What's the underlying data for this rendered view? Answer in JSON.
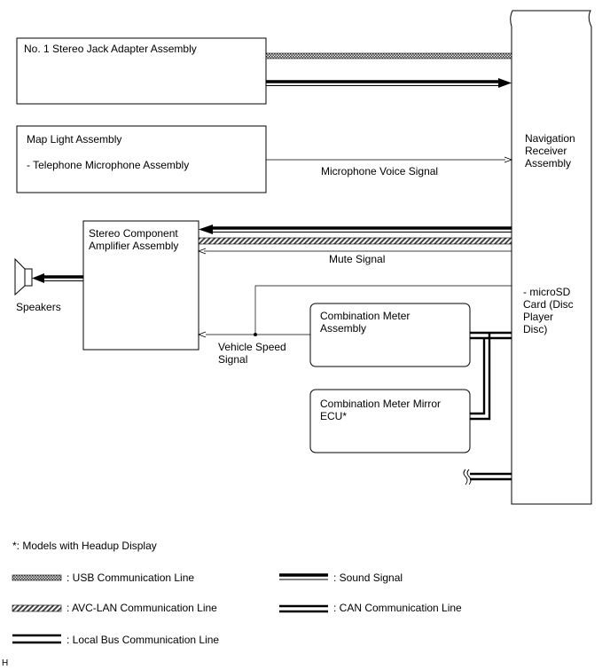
{
  "boxes": {
    "jack_adapter": "No. 1 Stereo Jack Adapter Assembly",
    "map_light": "Map Light Assembly",
    "telephone_mic": "- Telephone Microphone Assembly",
    "amp_line1": "Stereo Component",
    "amp_line2": "Amplifier Assembly",
    "meter_line1": "Combination Meter",
    "meter_line2": "Assembly",
    "mirror_line1": "Combination Meter Mirror",
    "mirror_line2": "ECU*",
    "nav_line1": "Navigation",
    "nav_line2": "Receiver",
    "nav_line3": "Assembly",
    "microsd_line1": "- microSD",
    "microsd_line2": "Card (Disc",
    "microsd_line3": "Player",
    "microsd_line4": "Disc)",
    "speakers": "Speakers"
  },
  "signals": {
    "microphone": "Microphone Voice Signal",
    "mute": "Mute Signal",
    "speed_line1": "Vehicle Speed",
    "speed_line2": "Signal"
  },
  "legend": {
    "note": "*: Models with Headup Display",
    "usb": ": USB Communication Line",
    "sound": ": Sound Signal",
    "avc": ": AVC-LAN Communication Line",
    "can": ": CAN Communication Line",
    "local": ": Local Bus Communication Line"
  },
  "footer": {
    "code": "H"
  }
}
